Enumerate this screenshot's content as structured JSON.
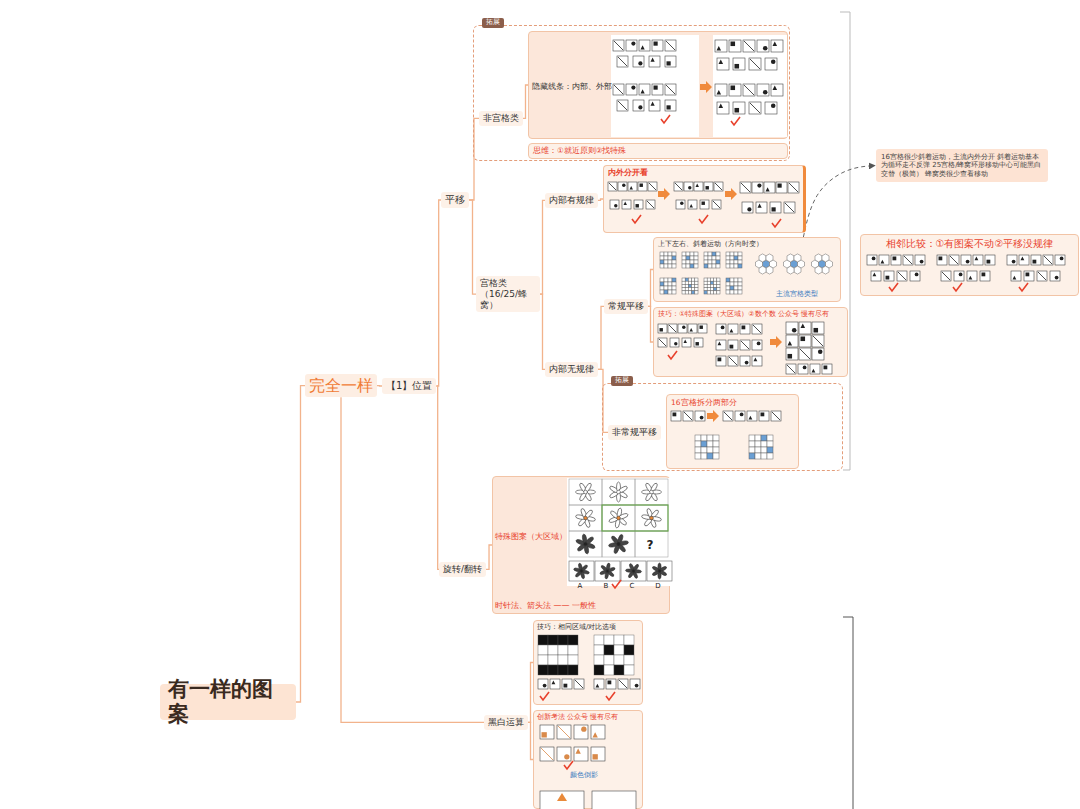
{
  "diagram": {
    "nodes": [
      {
        "text": [
          "有一样的图案"
        ]
      },
      {
        "text": [
          "完全一样"
        ]
      },
      {
        "text": [
          "【1】位置"
        ]
      },
      {
        "text": [
          "平移"
        ]
      },
      {
        "text": [
          "拓展"
        ]
      },
      {
        "text": [
          "非宫格类"
        ],
        "in": 4
      },
      {
        "text": [
          "隐藏线条：内部、外部"
        ],
        "in": 4
      },
      {
        "text": [
          "思维：①就近原则②找特殊"
        ],
        "in": 4
      },
      {
        "text": [
          "宫格类（16/25/蜂窝）"
        ]
      },
      {
        "text": [
          "内部有规律"
        ]
      },
      {
        "text": [
          "内外分开看"
        ]
      },
      {
        "text": [
          "16宫格很少斜着运动，主流内外分开 斜着运动基本为循环走不反弹 25宫格/蜂窝环形移动中心可能黑白交替（极简） 蜂窝类很少查看移动"
        ]
      },
      {
        "text": [
          "内部无规律"
        ]
      },
      {
        "text": [
          "常规平移"
        ]
      },
      {
        "text": [
          "上下左右、斜着运动（方向时变）",
          "主流宫格类型"
        ]
      },
      {
        "text": [
          "技巧：①特殊图案（大区域）②数个数 公众号 慢有尽有"
        ]
      },
      {
        "text": [
          "相邻比较：①有图案不动②平移没规律"
        ]
      },
      {
        "text": [
          "拓展"
        ]
      },
      {
        "text": [
          "非常规平移"
        ],
        "in": 17
      },
      {
        "text": [
          "16宫格拆分两部分"
        ],
        "in": 17
      },
      {
        "text": [
          "旋转/翻转"
        ]
      },
      {
        "text": [
          "特殊图案（大区域）",
          "时针法、箭头法 —— 一般性"
        ]
      },
      {
        "text": [
          "黑白运算"
        ]
      },
      {
        "text": [
          "技巧：相同区域/对比选项"
        ]
      },
      {
        "text": [
          "创新考法 公众号 慢有尽有",
          "颜色倒影"
        ]
      }
    ],
    "edges": [
      {
        "from": 0,
        "to": 1,
        "arrow": "none"
      },
      {
        "from": 1,
        "to": 2,
        "arrow": "none"
      },
      {
        "from": 2,
        "to": 3,
        "arrow": "none"
      },
      {
        "from": 2,
        "to": 20,
        "arrow": "none"
      },
      {
        "from": 3,
        "to": 5,
        "arrow": "none"
      },
      {
        "from": 3,
        "to": 8,
        "arrow": "none"
      },
      {
        "from": 5,
        "to": 6,
        "arrow": "none"
      },
      {
        "from": 8,
        "to": 9,
        "arrow": "none"
      },
      {
        "from": 8,
        "to": 12,
        "arrow": "none"
      },
      {
        "from": 9,
        "to": 10,
        "arrow": "none"
      },
      {
        "from": 12,
        "to": 13,
        "arrow": "none"
      },
      {
        "from": 12,
        "to": 18,
        "arrow": "none"
      },
      {
        "from": 13,
        "to": 14,
        "arrow": "none"
      },
      {
        "from": 13,
        "to": 15,
        "arrow": "none"
      },
      {
        "from": 14,
        "to": 11,
        "arrow": "to"
      },
      {
        "from": 20,
        "to": 21,
        "arrow": "none"
      },
      {
        "from": 1,
        "to": 22,
        "arrow": "none"
      },
      {
        "from": 22,
        "to": 23,
        "arrow": "none"
      },
      {
        "from": 22,
        "to": 24,
        "arrow": "none"
      }
    ],
    "labels": [
      "?",
      "A",
      "B",
      "C",
      "D"
    ]
  }
}
